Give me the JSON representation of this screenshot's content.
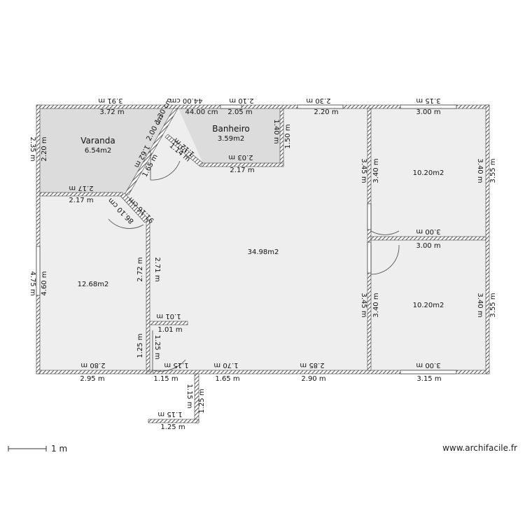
{
  "rooms": {
    "varanda": {
      "name": "Varanda",
      "area": "6.54m2"
    },
    "banheiro": {
      "name": "Banheiro",
      "area": "3.59m2"
    },
    "living": {
      "area": "34.98m2"
    },
    "left_room": {
      "area": "12.68m2"
    },
    "right_top": {
      "area": "10.20m2"
    },
    "right_bottom": {
      "area": "10.20m2"
    }
  },
  "dimensions": {
    "top_ext_1": "3.91 m",
    "top_ext_2": "44.00 cm",
    "top_ext_3": "2.10 m",
    "top_ext_4": "2.30 m",
    "top_ext_5": "3.15 m",
    "top_int_1": "3.72 m",
    "top_int_2": "44.00 cm",
    "top_int_3": "2.05 m",
    "top_int_4": "2.20 m",
    "top_int_5": "3.00 m",
    "left_ext_1": "2.35 m",
    "left_int_1": "2.20 m",
    "left_ext_2": "4.75 m",
    "left_int_2": "4.60 m",
    "varanda_bottom_a": "2.17 m",
    "varanda_bottom_b": "2.17 m",
    "diag_1": "1.30 cm",
    "diag_2": "2.00 cm",
    "diag_3": "1.62 m",
    "diag_4": "1.65 m",
    "diag_5": "1.12 m",
    "diag_6": "1.14 m",
    "diag_7": "86.10 cm",
    "diag_8": "91.16 cm",
    "ban_right_a": "1.40 m",
    "ban_right_b": "1.50 m",
    "ban_bottom_a": "2.03 m",
    "ban_bottom_b": "2.17 m",
    "mid_a": "3.45 m",
    "mid_b": "3.40 m",
    "mid_c": "3.45 m",
    "mid_d": "3.40 m",
    "right_a": "3.40 m",
    "right_b": "3.55 m",
    "right_c": "3.40 m",
    "right_d": "3.55 m",
    "right_mid_a": "3.00 m",
    "right_mid_b": "3.00 m",
    "inner_a": "2.72 m",
    "inner_b": "2.71 m",
    "stub_a": "1.01 m",
    "stub_b": "1.01 m",
    "stub_c": "1.25 m",
    "stub_d": "1.25 m",
    "bot_int_1": "2.80 m",
    "bot_int_2": "1.15 m",
    "bot_int_3": "1.70 m",
    "bot_int_4": "2.85 m",
    "bot_int_5": "3.00 m",
    "bot_ext_1": "2.95 m",
    "bot_ext_2": "1.15 m",
    "bot_ext_3": "1.65 m",
    "bot_ext_4": "2.90 m",
    "bot_ext_5": "3.15 m",
    "porch_a": "1.15 m",
    "porch_b": "1.25 m",
    "porch_c": "1.15 m",
    "porch_d": "1.25 m"
  },
  "footer": {
    "scale": "1 m",
    "brand": "www.archifacile.fr"
  },
  "colors": {
    "wall": "#555555",
    "floor": "#eeeeee",
    "varanda_floor": "#dcdcdc"
  }
}
